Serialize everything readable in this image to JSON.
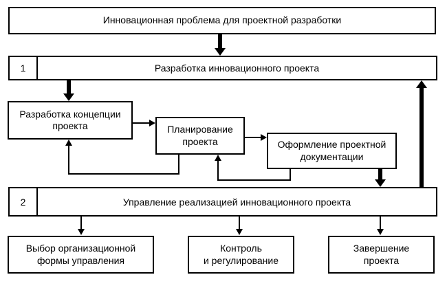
{
  "colors": {
    "line": "#000000",
    "background": "#ffffff"
  },
  "diagram": {
    "problem": {
      "label": "Инновационная проблема для проектной разработки"
    },
    "stage1": {
      "number": "1",
      "label": "Разработка инновационного проекта"
    },
    "concept": {
      "label": "Разработка концепции\nпроекта"
    },
    "planning": {
      "label": "Планирование\nпроекта"
    },
    "documentation": {
      "label": "Оформление проектной\nдокументации"
    },
    "stage2": {
      "number": "2",
      "label": "Управление реализацией инновационного проекта"
    },
    "org_form": {
      "label": "Выбор организационной\nформы управления"
    },
    "control": {
      "label": "Контроль\nи регулирование"
    },
    "completion": {
      "label": "Завершение\nпроекта"
    }
  }
}
